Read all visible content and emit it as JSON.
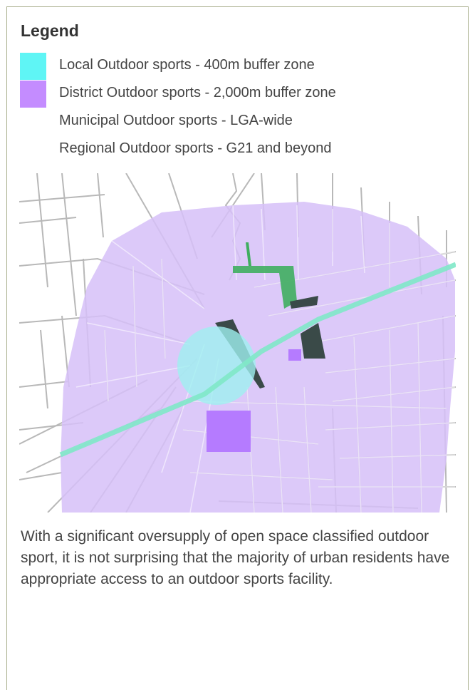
{
  "legend": {
    "title": "Legend",
    "items": [
      {
        "label": "Local Outdoor sports - 400m buffer zone",
        "color": "#5ff5f5"
      },
      {
        "label": "District Outdoor sports - 2,000m buffer zone",
        "color": "#c48cff"
      },
      {
        "label": "Municipal Outdoor sports - LGA-wide",
        "color": null
      },
      {
        "label": "Regional Outdoor sports - G21 and beyond",
        "color": null
      }
    ]
  },
  "map": {
    "colors": {
      "district_buffer": "#d6bff8",
      "local_buffer": "#9ff0f0",
      "district_facility": "#b57bff",
      "green_space": "#3fae5f",
      "dark_facility": "#3a4a48",
      "rail_line": "#7fe8c8",
      "roads": "#b8b8b8"
    }
  },
  "caption": "With a significant oversupply of open space classified outdoor sport, it is not surprising that the majority of urban residents have appropriate access to an outdoor sports facility."
}
